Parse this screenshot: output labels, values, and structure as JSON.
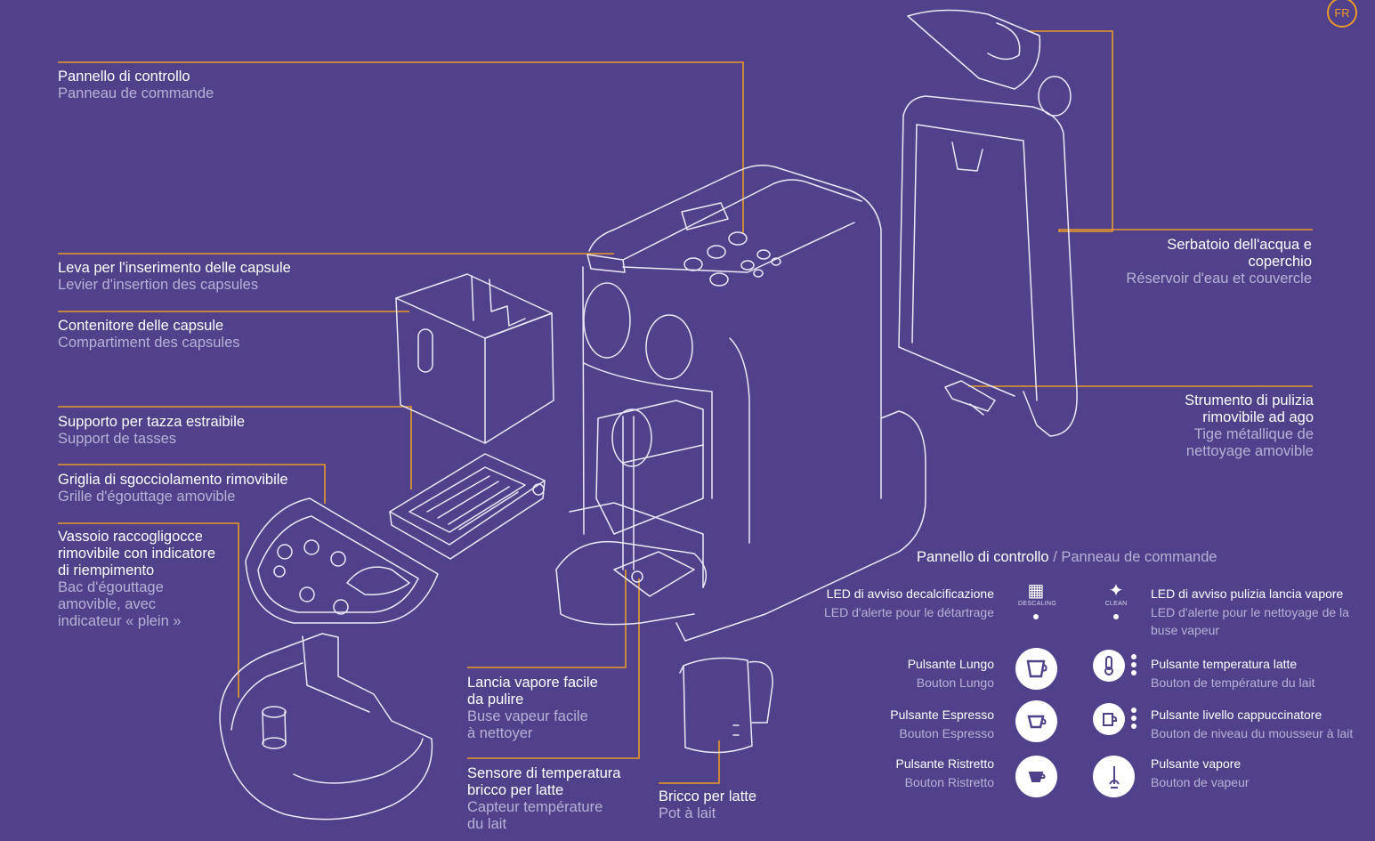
{
  "badge": "FR",
  "callouts": {
    "control_panel": {
      "it": "Pannello di controllo",
      "fr": "Panneau de commande"
    },
    "capsule_lever": {
      "it": "Leva per l'inserimento delle capsule",
      "fr": "Levier d'insertion des capsules"
    },
    "capsule_container": {
      "it": "Contenitore delle capsule",
      "fr": "Compartiment des capsules"
    },
    "cup_support": {
      "it": "Supporto per tazza estraibile",
      "fr": "Support de tasses"
    },
    "drip_grid": {
      "it": "Griglia di sgocciolamento rimovibile",
      "fr": "Grille d'égouttage amovible"
    },
    "drip_tray": {
      "it_lines": [
        "Vassoio raccogligocce",
        "rimovibile con indicatore",
        "di riempimento"
      ],
      "fr_lines": [
        "Bac d'égouttage",
        "amovible, avec",
        "indicateur « plein »"
      ]
    },
    "steam_wand": {
      "it_lines": [
        "Lancia vapore facile",
        "da pulire"
      ],
      "fr_lines": [
        "Buse vapeur facile",
        "à nettoyer"
      ]
    },
    "milk_sensor": {
      "it_lines": [
        "Sensore di temperatura",
        "bricco per latte"
      ],
      "fr_lines": [
        "Capteur température",
        "du lait"
      ]
    },
    "milk_jug": {
      "it": "Bricco per latte",
      "fr": "Pot à lait"
    },
    "water_tank": {
      "it_lines": [
        "Serbatoio dell'acqua e",
        "coperchio"
      ],
      "fr": "Réservoir d'eau et couvercle"
    },
    "cleaning_tool": {
      "it_lines": [
        "Strumento di pulizia",
        "rimovibile ad ago"
      ],
      "fr_lines": [
        "Tige métallique de",
        "nettoyage amovible"
      ]
    }
  },
  "control_panel_legend": {
    "title_it": "Pannello di controllo",
    "separator": " / ",
    "title_fr": "Panneau de commande",
    "left": [
      {
        "it": "LED di avviso decalcificazione",
        "fr": "LED d'alerte pour le détartrage",
        "icon": "descaling-led-icon",
        "icon_text": "DESCALING"
      },
      {
        "it": "Pulsante Lungo",
        "fr": "Bouton Lungo",
        "icon": "lungo-cup-icon"
      },
      {
        "it": "Pulsante Espresso",
        "fr": "Bouton Espresso",
        "icon": "espresso-cup-icon"
      },
      {
        "it": "Pulsante Ristretto",
        "fr": "Bouton Ristretto",
        "icon": "ristretto-cup-icon"
      }
    ],
    "right": [
      {
        "it": "LED di avviso pulizia lancia vapore",
        "fr_lines": [
          "LED d'alerte pour le nettoyage de la",
          "buse vapeur"
        ],
        "icon": "clean-led-icon",
        "icon_text": "CLEAN"
      },
      {
        "it": "Pulsante temperatura latte",
        "fr": "Bouton de température du lait",
        "icon": "thermometer-icon"
      },
      {
        "it": "Pulsante livello cappuccinatore",
        "fr": "Bouton de niveau du mousseur à lait",
        "icon": "milk-jug-level-icon"
      },
      {
        "it": "Pulsante vapore",
        "fr": "Bouton de vapeur",
        "icon": "steam-icon"
      }
    ]
  },
  "colors": {
    "background": "#51418a",
    "leader": "#e99a2a",
    "outline": "#ece8f8",
    "french_text": "#b9b1d6"
  }
}
